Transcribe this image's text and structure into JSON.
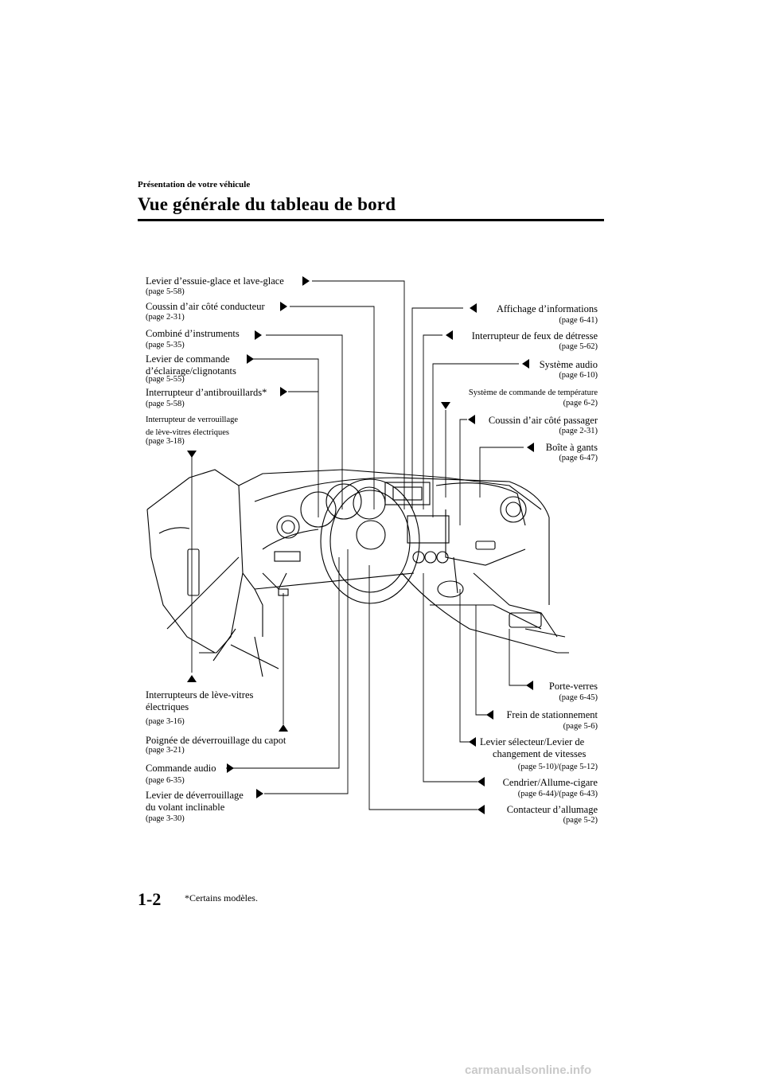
{
  "header": {
    "section": "Présentation de votre véhicule",
    "title": "Vue générale du tableau de bord"
  },
  "labels_left": [
    {
      "text": "Levier d’essuie-glace et lave-glace",
      "page": "(page 5-58)"
    },
    {
      "text": "Coussin d’air côté conducteur",
      "page": "(page 2-31)"
    },
    {
      "text": "Combiné d’instruments",
      "page": "(page 5-35)"
    },
    {
      "text": "Levier de commande",
      "text2": "d’éclairage/clignotants",
      "page": "(page 5-55)"
    },
    {
      "text": "Interrupteur d’antibrouillards*",
      "page": "(page 5-58)"
    },
    {
      "text": "Interrupteur de verrouillage",
      "text2": "de lève-vitres électriques",
      "page": "(page 3-18)"
    }
  ],
  "labels_right": [
    {
      "text": "Affichage d’informations",
      "page": "(page 6-41)"
    },
    {
      "text": "Interrupteur de feux de détresse",
      "page": "(page 5-62)"
    },
    {
      "text": "Système audio",
      "page": "(page 6-10)"
    },
    {
      "text": "Système de commande de température",
      "page": "(page 6-2)"
    },
    {
      "text": "Coussin d’air côté passager",
      "page": "(page 2-31)"
    },
    {
      "text": "Boîte à gants",
      "page": "(page 6-47)"
    }
  ],
  "labels_bottom_left": [
    {
      "text": "Interrupteurs de lève-vitres",
      "text2": "électriques",
      "page": "(page 3-16)"
    },
    {
      "text": "Poignée de déverrouillage du capot",
      "page": "(page 3-21)"
    },
    {
      "text": "Commande audio",
      "page": "(page 6-35)"
    },
    {
      "text": "Levier de déverrouillage",
      "text2": "du volant inclinable",
      "page": "(page 3-30)"
    }
  ],
  "labels_bottom_right": [
    {
      "text": "Porte-verres",
      "page": "(page 6-45)"
    },
    {
      "text": "Frein de stationnement",
      "page": "(page 5-6)"
    },
    {
      "text": "Levier sélecteur/Levier de",
      "text2": "changement de vitesses",
      "page": "(page 5-10)/(page 5-12)"
    },
    {
      "text": "Cendrier/Allume-cigare",
      "page": "(page 6-44)/(page 6-43)"
    },
    {
      "text": "Contacteur d’allumage",
      "page": "(page 5-2)"
    }
  ],
  "footer": {
    "page_number": "1-2",
    "note": "*Certains modèles."
  },
  "watermark": "carmanualsonline.info"
}
